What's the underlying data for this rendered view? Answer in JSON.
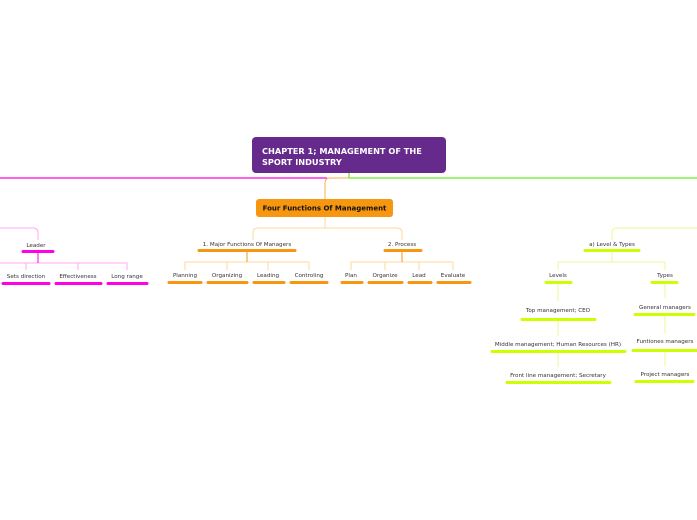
{
  "root": {
    "line1": "CHAPTER 1; MANAGEMENT OF THE",
    "line2": "SPORT INDUSTRY"
  },
  "colors": {
    "root": "#662a8c",
    "orange": "#f7960f",
    "magenta": "#ff00e6",
    "lime": "#ccff00",
    "green": "#66ee22"
  },
  "main_topic": "Four Functions Of Management",
  "functions": {
    "major": {
      "label": "1. Major Functions Of Managers",
      "children": [
        "Planning",
        "Organizing",
        "Leading",
        "Controling"
      ]
    },
    "process": {
      "label": "2. Process",
      "children": [
        "Plan",
        "Organize",
        "Lead",
        "Evaluate"
      ]
    }
  },
  "leader": {
    "label": "Leader",
    "children": [
      "Sets direction",
      "Effectiveness",
      "Long range"
    ]
  },
  "level_types": {
    "label": "a) Level & Types",
    "levels": {
      "label": "Levels",
      "children": [
        "Top management; CEO",
        "Middle management; Human Resources (HR)",
        "Front line management; Secretary"
      ]
    },
    "types": {
      "label": "Types",
      "children": [
        "General managers",
        "Funtiones managers",
        "Project managers"
      ]
    }
  }
}
